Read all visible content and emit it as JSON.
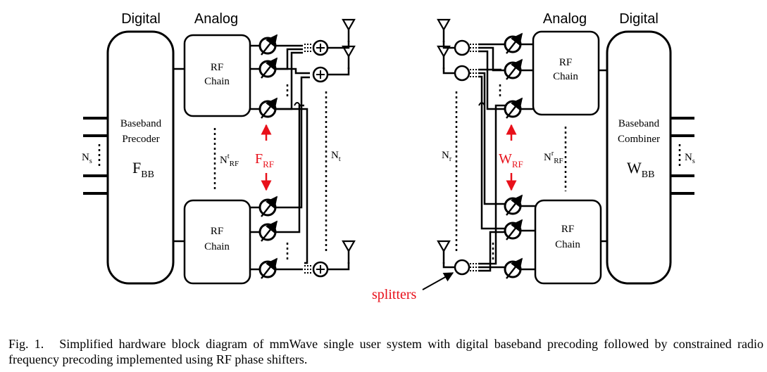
{
  "transmitter": {
    "digital_label": "Digital",
    "analog_label": "Analog",
    "baseband_line1": "Baseband",
    "baseband_line2": "Precoder",
    "baseband_symbol": "F",
    "baseband_symbol_sub": "BB",
    "rf_chain_line1": "RF",
    "rf_chain_line2": "Chain",
    "streams_label": "N",
    "streams_sub": "s",
    "rf_count_label": "N",
    "rf_count_sup": "t",
    "rf_count_sub": "RF",
    "antenna_count_label": "N",
    "antenna_count_sub": "t",
    "precoder_label": "F",
    "precoder_sub": "RF"
  },
  "receiver": {
    "analog_label": "Analog",
    "digital_label": "Digital",
    "baseband_line1": "Baseband",
    "baseband_line2": "Combiner",
    "baseband_symbol": "W",
    "baseband_symbol_sub": "BB",
    "rf_chain_line1": "RF",
    "rf_chain_line2": "Chain",
    "streams_label": "N",
    "streams_sub": "s",
    "rf_count_label": "N",
    "rf_count_sup": "r",
    "rf_count_sub": "RF",
    "antenna_count_label": "N",
    "antenna_count_sub": "r",
    "combiner_label": "W",
    "combiner_sub": "RF",
    "splitters_label": "splitters"
  },
  "colors": {
    "accent": "#e8101a",
    "line": "#000000"
  },
  "caption": {
    "figure_number": "Fig. 1.",
    "text": "Simplified hardware block diagram of mmWave single user system with digital baseband precoding followed by constrained radio frequency precoding implemented using RF phase shifters."
  }
}
